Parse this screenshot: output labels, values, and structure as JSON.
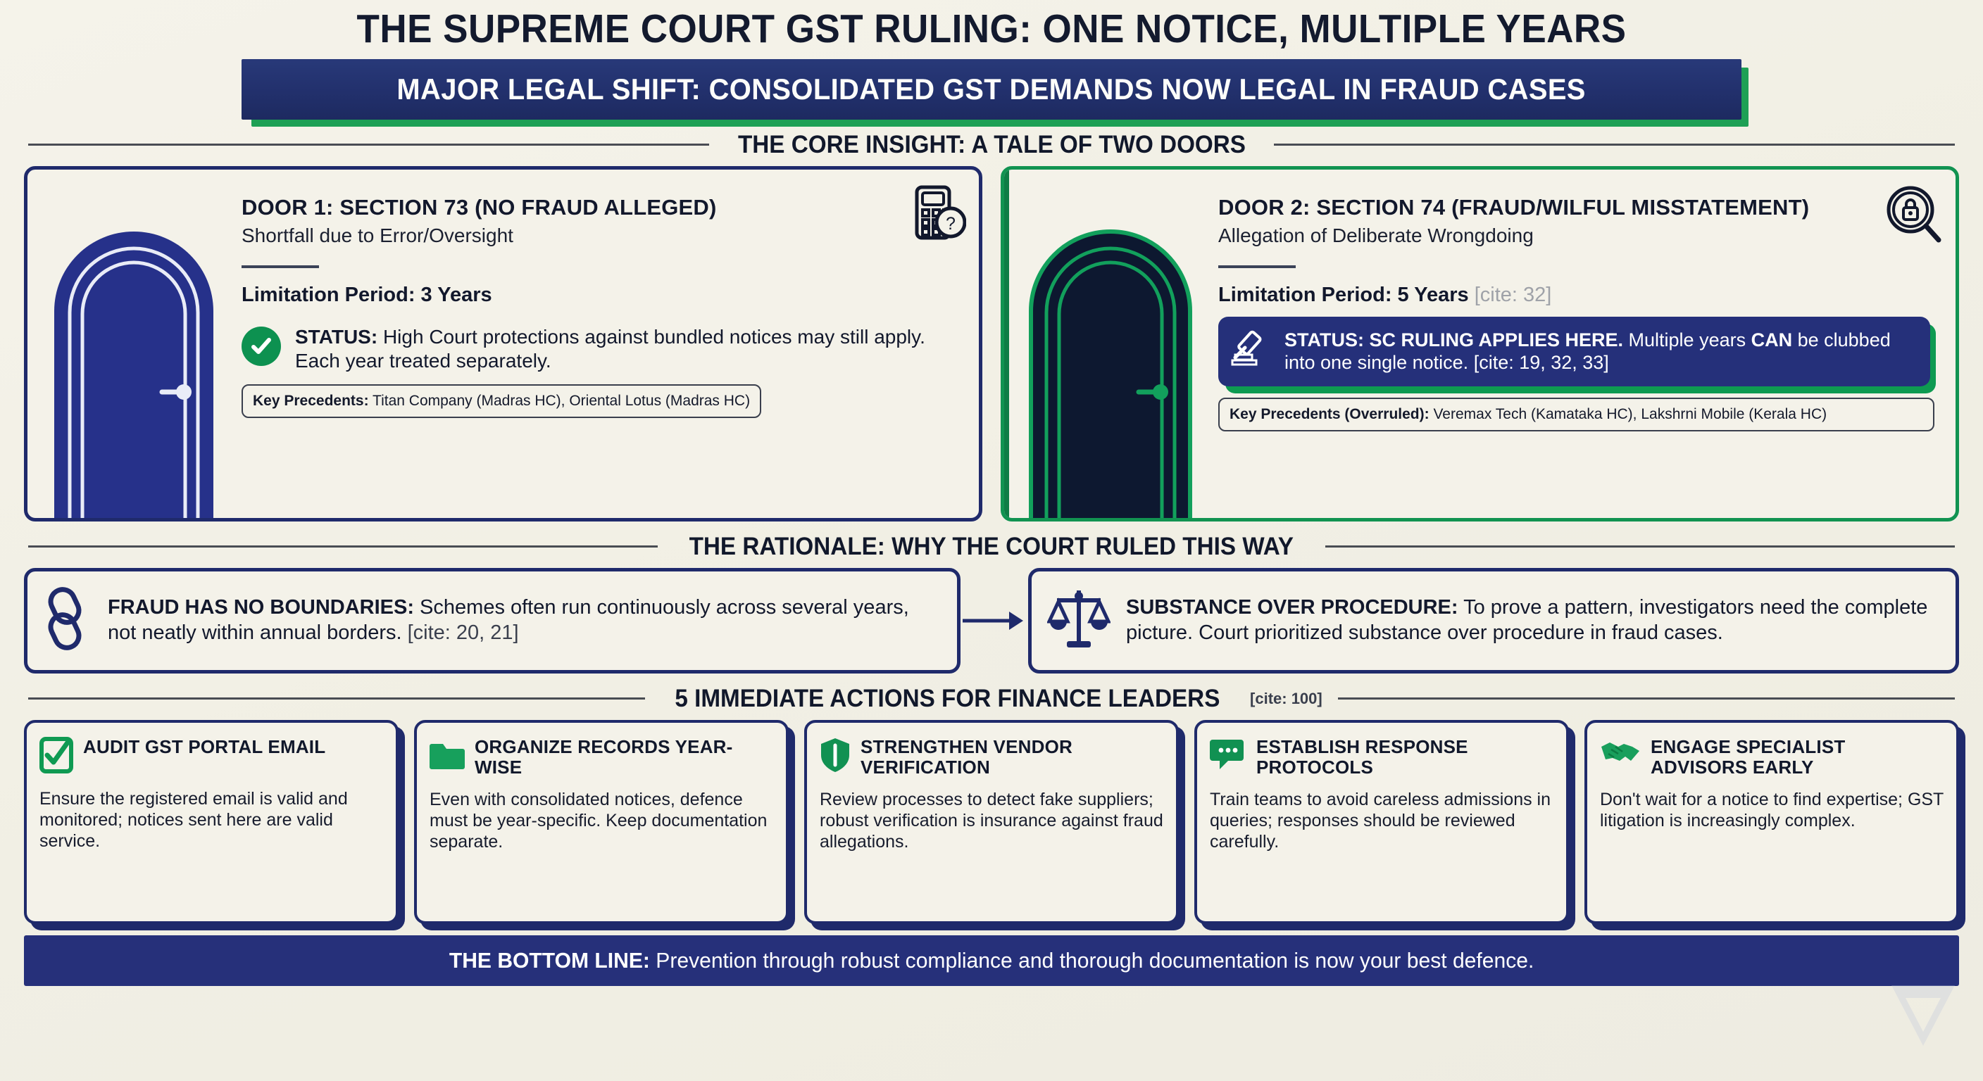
{
  "header": {
    "title": "THE SUPREME COURT GST RULING: ONE NOTICE, MULTIPLE YEARS",
    "banner": "MAJOR LEGAL SHIFT: CONSOLIDATED GST DEMANDS NOW LEGAL IN FRAUD CASES"
  },
  "colors": {
    "navy": "#1f2a6b",
    "banner_navy": "#26307a",
    "green": "#0e9a51",
    "paper": "#f3f1e7",
    "ink": "#12182c"
  },
  "sections": {
    "core_insight": "THE CORE INSIGHT: A TALE OF TWO DOORS",
    "rationale": "THE RATIONALE: WHY THE COURT RULED THIS WAY",
    "actions": "5 IMMEDIATE ACTIONS FOR FINANCE LEADERS",
    "actions_cite": "[cite: 100]"
  },
  "doors": [
    {
      "heading": "DOOR 1: SECTION 73 (NO FRAUD ALLEGED)",
      "subheading": "Shortfall due to Error/Oversight",
      "limitation_label": "Limitation Period: 3 Years",
      "limitation_cite": "",
      "status_prefix": "STATUS:",
      "status_text": " High Court protections against bundled notices may still apply. Each year treated separately.",
      "status_cite": "",
      "precedents_label": "Key Precedents:",
      "precedents_value": " Titan Company (Madras HC), Oriental Lotus (Madras HC)",
      "icon": "calculator-question-icon",
      "status_icon": "check-circle-icon",
      "door_color": "#26318a"
    },
    {
      "heading": "DOOR 2: SECTION 74 (FRAUD/WILFUL MISSTATEMENT)",
      "subheading": "Allegation of Deliberate Wrongdoing",
      "limitation_label": "Limitation Period: 5 Years",
      "limitation_cite": "[cite: 32]",
      "status_prefix": "STATUS: SC RULING APPLIES HERE.",
      "status_text": " Multiple years ",
      "status_bold2": "CAN",
      "status_text2": " be clubbed into one single notice. ",
      "status_cite": "[cite: 19, 32, 33]",
      "precedents_label": "Key Precedents (Overruled):",
      "precedents_value": " Veremax Tech (Kamataka HC), Lakshrni Mobile (Kerala HC)",
      "icon": "lock-magnifier-icon",
      "status_icon": "gavel-icon",
      "door_color": "#0d1830"
    }
  ],
  "rationale_cards": [
    {
      "title": "FRAUD HAS NO BOUNDARIES:",
      "text": " Schemes often run continuously across several years, not neatly within annual borders. ",
      "cite": "[cite: 20, 21]",
      "icon": "chain-link-icon"
    },
    {
      "title": "SUBSTANCE OVER PROCEDURE:",
      "text": " To prove a pattern, investigators need the complete picture. Court prioritized substance over procedure in fraud cases.",
      "cite": "",
      "icon": "scales-of-justice-icon"
    }
  ],
  "actions": [
    {
      "title": "AUDIT GST PORTAL EMAIL",
      "body": "Ensure the registered email is valid and monitored; notices sent here are valid service.",
      "icon": "checklist-icon"
    },
    {
      "title": "ORGANIZE RECORDS YEAR-WISE",
      "body": "Even with consolidated notices, defence must be year-specific. Keep documentation separate.",
      "icon": "folder-icon"
    },
    {
      "title": "STRENGTHEN VENDOR VERIFICATION",
      "body": "Review processes to detect fake suppliers; robust verification is insurance against fraud allegations.",
      "icon": "shield-icon"
    },
    {
      "title": "ESTABLISH RESPONSE PROTOCOLS",
      "body": "Train teams to avoid careless admissions in queries; responses should be reviewed carefully.",
      "icon": "speech-bubble-icon"
    },
    {
      "title": "ENGAGE SPECIALIST ADVISORS EARLY",
      "body": "Don't wait for a notice to find expertise; GST litigation is increasingly complex.",
      "icon": "handshake-icon"
    }
  ],
  "bottom": {
    "label": "THE BOTTOM LINE:",
    "text": " Prevention through robust compliance and thorough documentation is now your best defence."
  }
}
